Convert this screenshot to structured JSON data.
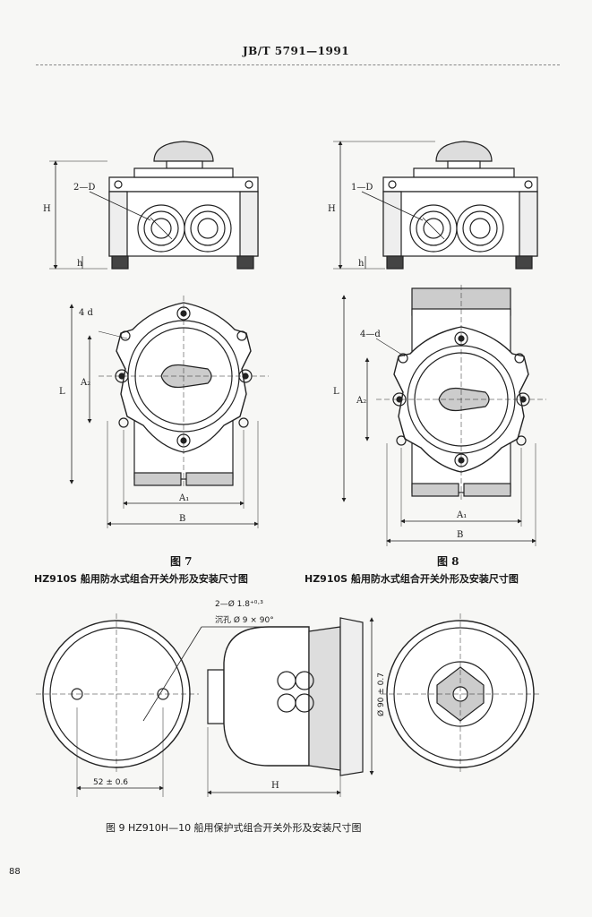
{
  "header": {
    "standard_code": "JB/T 5791—1991"
  },
  "figures": {
    "fig7": {
      "number": "图 7",
      "caption": "HZ910S 船用防水式组合开关外形及安装尺寸图",
      "labels": {
        "hole": "2—D",
        "h_total": "H",
        "h_base": "h",
        "mount": "4 d",
        "a2": "A₂",
        "l": "L",
        "a1": "A₁",
        "b": "B"
      }
    },
    "fig8": {
      "number": "图 8",
      "caption": "HZ910S 船用防水式组合开关外形及安装尺寸图",
      "labels": {
        "hole": "1—D",
        "h_total": "H",
        "h_base": "h",
        "mount": "4—d",
        "a2": "A₂",
        "l": "L",
        "a1": "A₁",
        "b": "B"
      }
    },
    "fig9": {
      "caption": "图 9 HZ910H—10 船用保护式组合开关外形及安装尺寸图",
      "labels": {
        "holes": "2—Ø 1.8⁺⁰·³",
        "countersink": "沉孔 Ø 9 × 90°",
        "spacing": "52 ± 0.6",
        "diameter": "Ø 90 ± 0.7",
        "height": "H"
      }
    }
  },
  "footer": {
    "page_number": "88"
  }
}
